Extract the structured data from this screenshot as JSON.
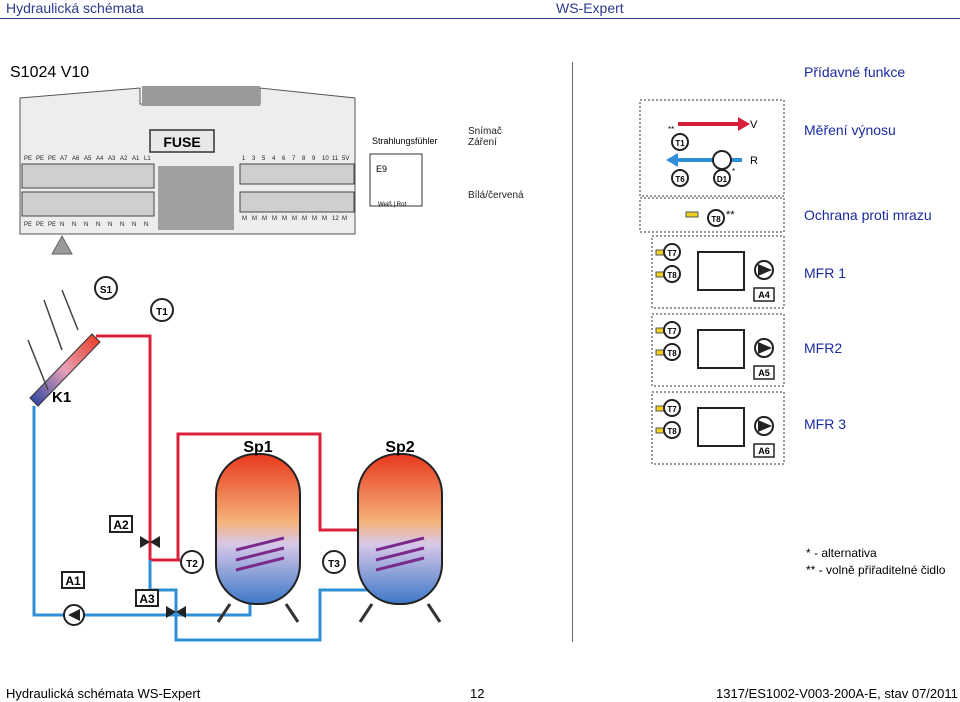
{
  "header": {
    "left_title": "Hydraulická schémata",
    "center_title": "WS-Expert"
  },
  "model": "S1024 V10",
  "controller": {
    "fuse_label": "FUSE",
    "sensor_title": "Strahlungsfühler",
    "terminals_top_left": [
      "PE",
      "PE",
      "PE",
      "A7",
      "A6",
      "A5",
      "A4",
      "A3",
      "A2",
      "A1",
      "L1"
    ],
    "terminals_top_right": [
      "1",
      "3",
      "5",
      "4",
      "6",
      "7",
      "8",
      "9",
      "10",
      "11",
      "5V"
    ],
    "terminals_bottom_left": [
      "PE",
      "PE",
      "PE",
      "N",
      "N",
      "N",
      "N",
      "N",
      "N",
      "N",
      "N"
    ],
    "terminals_bottom_right": [
      "M",
      "M",
      "M",
      "M",
      "M",
      "M",
      "M",
      "M",
      "M",
      "12",
      "M"
    ],
    "e9_label": "E9",
    "wire_label": "Weiß | Rot",
    "sensor_note_1": "Snímač\nZáření",
    "sensor_note_2": "Bílá/červená"
  },
  "schematic": {
    "s1": "S1",
    "t1": "T1",
    "t2": "T2",
    "t3": "T3",
    "k1": "K1",
    "sp1": "Sp1",
    "sp2": "Sp2",
    "a1": "A1",
    "a2": "A2",
    "a3": "A3"
  },
  "functions": {
    "title": "Přídavné funkce",
    "items": [
      {
        "label": "Měření výnosu"
      },
      {
        "label": "Ochrana proti mrazu"
      },
      {
        "label": "MFR 1"
      },
      {
        "label": "MFR2"
      },
      {
        "label": "MFR 3"
      }
    ],
    "meas": {
      "v": "V",
      "r": "R",
      "t1": "T1",
      "t6": "T6",
      "d1": "D1",
      "star2": "**",
      "star1": "*"
    },
    "frost": {
      "t8": "T8",
      "stars": "**"
    },
    "mfr_sensors": [
      "T7",
      "T8"
    ],
    "mfr_outputs": [
      "A4",
      "A5",
      "A6"
    ]
  },
  "notes": {
    "alt": "* - alternativa",
    "free": "** - volně přiřaditelné čidlo"
  },
  "footer": {
    "left": "Hydraulická schémata WS-Expert",
    "page": "12",
    "right": "1317/ES1002-V003-200A-E, stav 07/2011"
  },
  "colors": {
    "accent_blue": "#1a2aa0",
    "hot_red": "#d9203a",
    "cold_blue": "#2f8fd6"
  }
}
